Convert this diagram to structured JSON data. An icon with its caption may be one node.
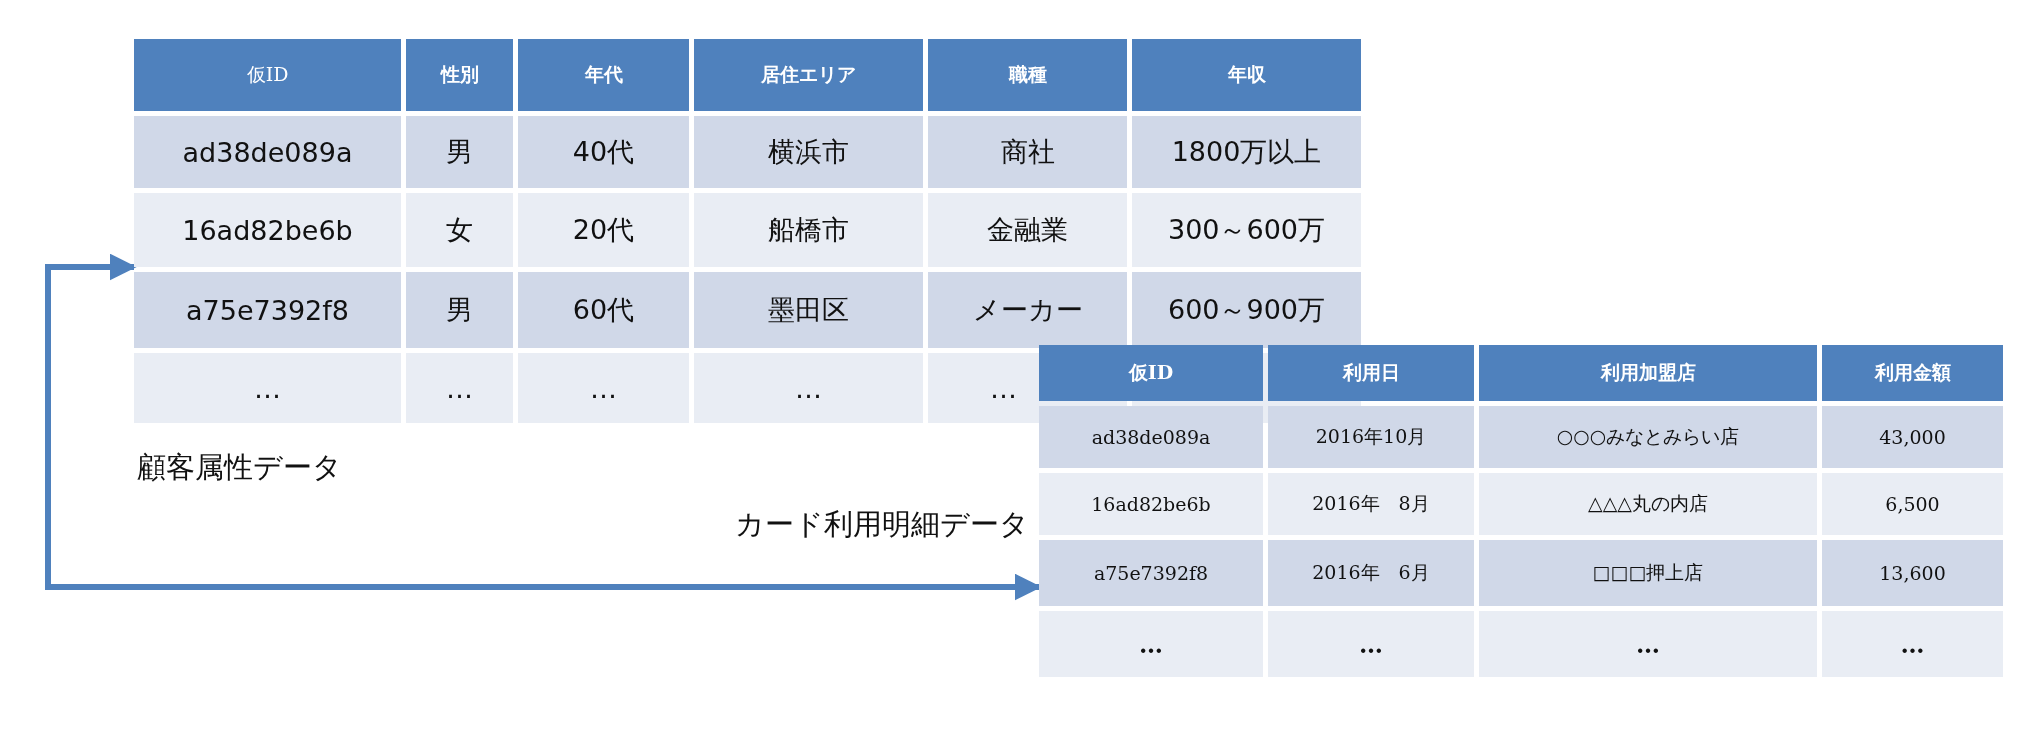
{
  "diagram": {
    "nodes": [
      {
        "text": [
          "仮ID",
          "性別",
          "年代",
          "居住エリア",
          "職種",
          "年収",
          "ad38de089a",
          "男",
          "40代",
          "横浜市",
          "商社",
          "1800万以上",
          "16ad82be6b",
          "女",
          "20代",
          "船橋市",
          "金融業",
          "300～600万",
          "a75e7392f8",
          "男",
          "60代",
          "墨田区",
          "メーカー",
          "600～900万",
          "…",
          "…",
          "…",
          "…",
          "…"
        ],
        "beside": [
          "顧客属性データ"
        ]
      },
      {
        "text": [
          "仮ID",
          "利用日",
          "利用加盟店",
          "利用金額",
          "ad38de089a",
          "2016年10月",
          "○○○みなとみらい店",
          "43,000",
          "16ad82be6b",
          "2016年　8月",
          "△△△丸の内店",
          "6,500",
          "a75e7392f8",
          "2016年　6月",
          "□□□押上店",
          "13,600",
          "…",
          "…",
          "…",
          "…"
        ],
        "beside": [
          "カード利用明細データ"
        ]
      }
    ],
    "edges": [
      {
        "from": 0,
        "to": 1,
        "arrow": "both"
      }
    ]
  }
}
